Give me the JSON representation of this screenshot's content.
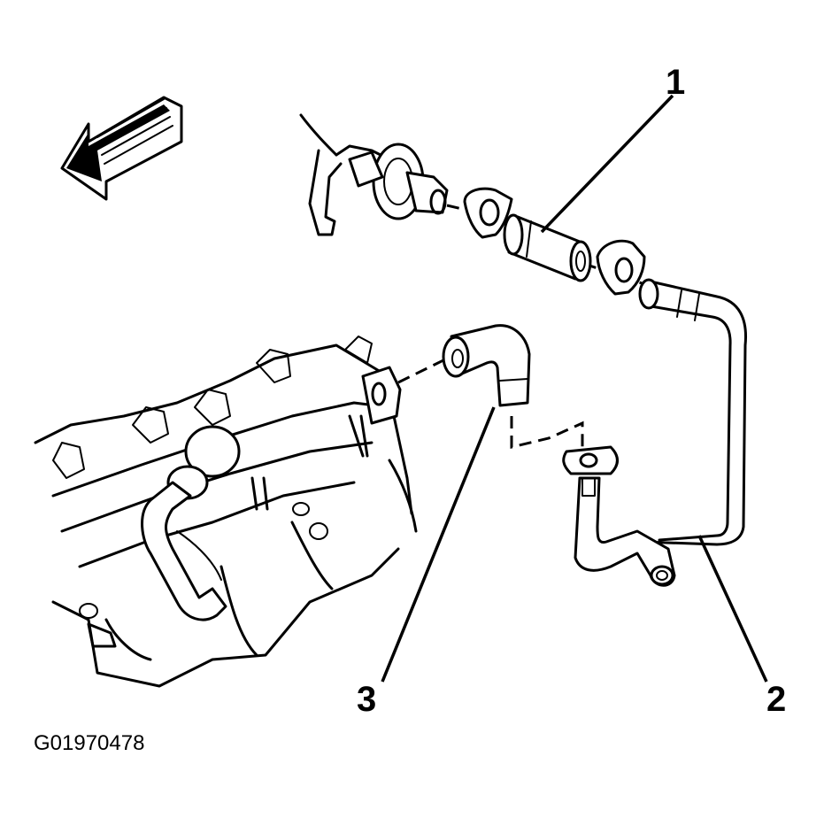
{
  "figure": {
    "id": "G01970478"
  },
  "callouts": [
    {
      "label": "1"
    },
    {
      "label": "2"
    },
    {
      "label": "3"
    }
  ]
}
